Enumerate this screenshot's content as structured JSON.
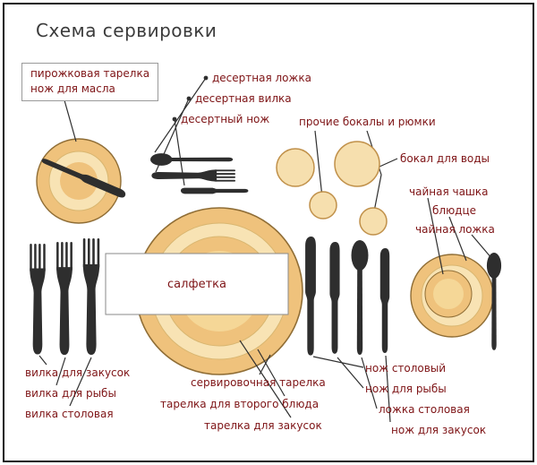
{
  "title": "Схема сервировки",
  "colors": {
    "label_text": "#7E1416",
    "title_text": "#3B3B3B",
    "plate_fill": "#EFC27C",
    "plate_light": "#F8E3B4",
    "plate_center": "#F5D797",
    "glass_fill": "#F6DFAE",
    "glass_stroke": "#C09049",
    "cutlery": "#2E2E2E",
    "leader_line": "#2F2F2F",
    "background": "#FFFFFF"
  },
  "labels": {
    "bread_plate": "пирожковая тарелка",
    "butter_knife": "нож для масла",
    "dessert_spoon": "десертная ложка",
    "dessert_fork": "десертная вилка",
    "dessert_knife": "десертный нож",
    "other_glasses": "прочие бокалы и рюмки",
    "water_glass": "бокал для воды",
    "tea_cup": "чайная чашка",
    "saucer": "блюдце",
    "tea_spoon": "чайная ложка",
    "napkin": "салфетка",
    "appetizer_fork": "вилка для закусок",
    "fish_fork": "вилка для рыбы",
    "table_fork": "вилка столовая",
    "serving_plate": "сервировочная тарелка",
    "main_plate": "тарелка для второго блюда",
    "appetizer_plate": "тарелка для закусок",
    "table_knife": "нож столовый",
    "fish_knife": "нож для рыбы",
    "table_spoon": "ложка столовая",
    "appetizer_knife": "нож для закусок"
  }
}
